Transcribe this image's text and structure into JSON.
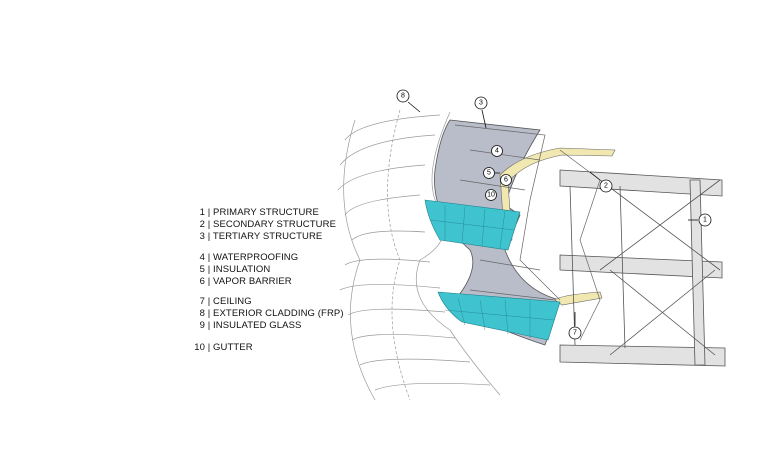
{
  "legend": [
    {
      "num": "1",
      "label": "PRIMARY STRUCTURE"
    },
    {
      "num": "2",
      "label": "SECONDARY STRUCTURE"
    },
    {
      "num": "3",
      "label": "TERTIARY STRUCTURE"
    },
    {
      "num": "4",
      "label": "WATERPROOFING"
    },
    {
      "num": "5",
      "label": "INSULATION"
    },
    {
      "num": "6",
      "label": "VAPOR BARRIER"
    },
    {
      "num": "7",
      "label": "CEILING"
    },
    {
      "num": "8",
      "label": "EXTERIOR CLADDING (FRP)"
    },
    {
      "num": "9",
      "label": "INSULATED GLASS"
    },
    {
      "num": "10",
      "label": "GUTTER"
    }
  ],
  "callouts": [
    "8",
    "3",
    "4",
    "5",
    "6",
    "10",
    "2",
    "1",
    "7"
  ],
  "colors": {
    "glass": "#3fc3cf",
    "interior": "#b9bcc9",
    "structure": "#d9d9d9",
    "waterproofing": "#f1e7b0"
  }
}
